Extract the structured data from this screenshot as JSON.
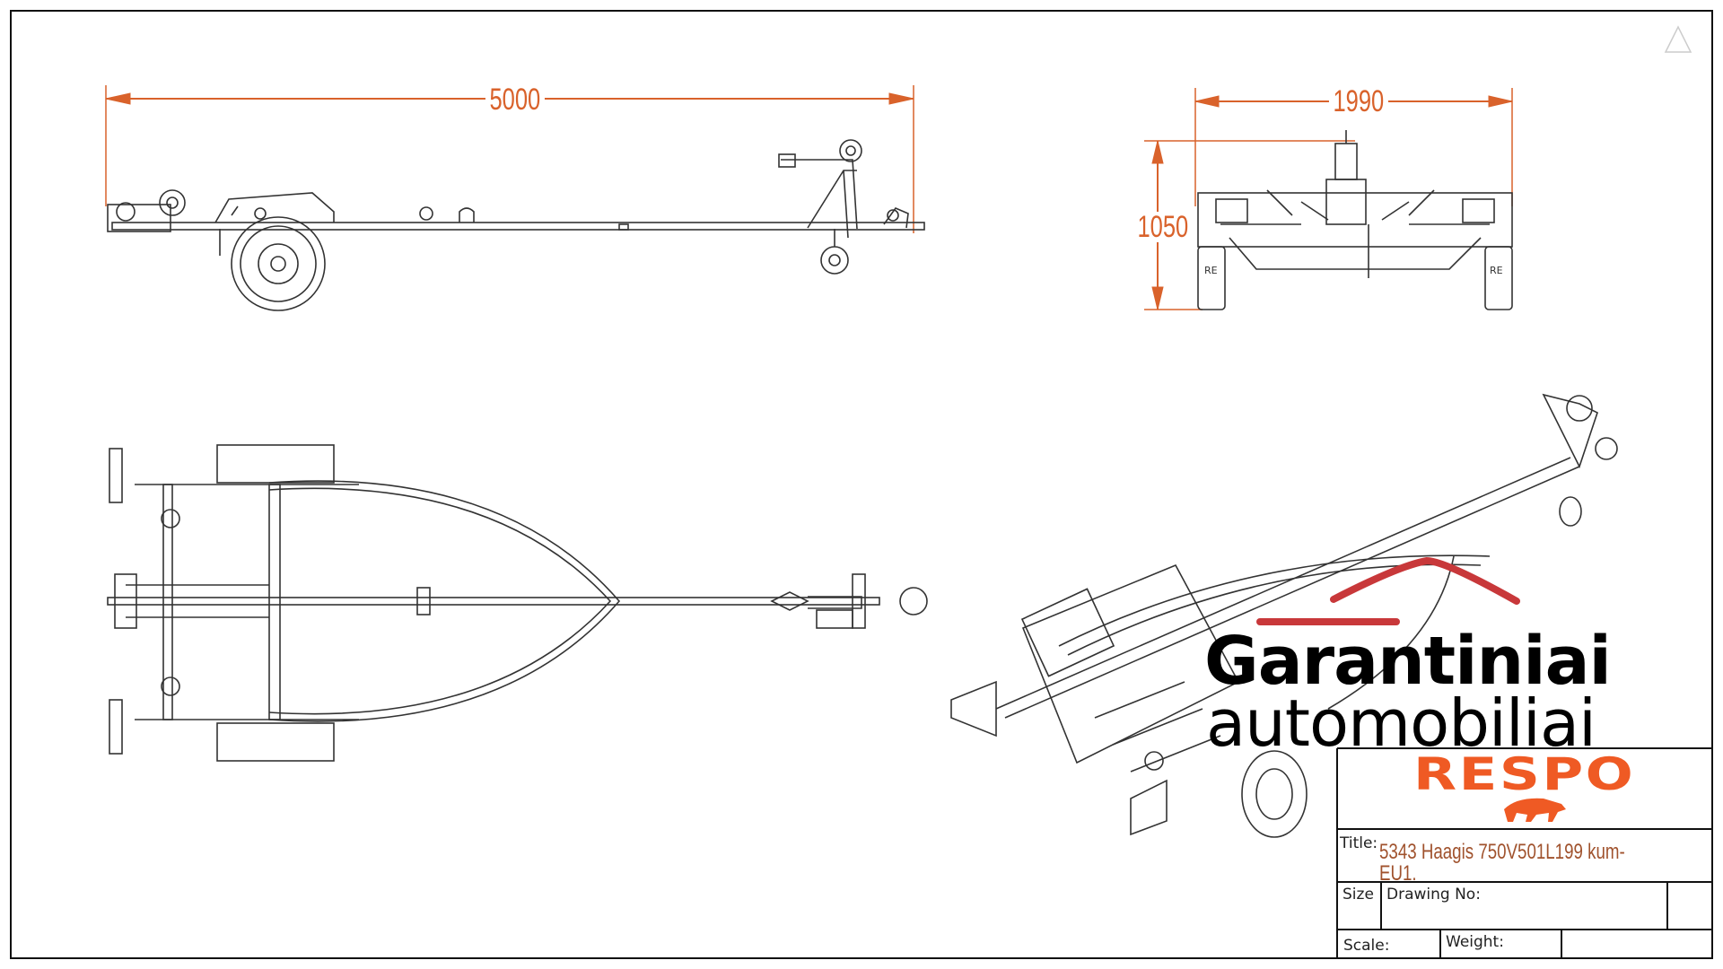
{
  "dimensions": {
    "length": "5000",
    "width": "1990",
    "height": "1050"
  },
  "watermark": {
    "line1": "Garantiniai",
    "line2": "automobiliai",
    "roof_color": "#c8383a"
  },
  "title_block": {
    "brand": "RESPO",
    "brand_color": "#ef5a24",
    "title_label": "Title:",
    "title_value": "5343 Haagis 750V501L199 kum-EU1.",
    "size_label": "Size",
    "drawing_no_label": "Drawing No:",
    "scale_label": "Scale:",
    "weight_label": "Weight:"
  },
  "colors": {
    "dimension": "#d9622b",
    "line": "#333333"
  }
}
